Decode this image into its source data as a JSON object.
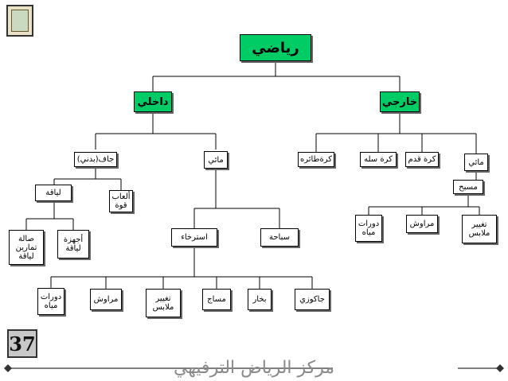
{
  "nodes": {
    "root": "رياضي",
    "indoor": "داخلي",
    "outdoor": "خارجي",
    "fitness": "جاف(بدني)",
    "water_in": "مائي",
    "football_games": "كرةطائره",
    "basket": "كرة سله",
    "football": "كرة قدم",
    "water_out": "مائي",
    "fitness_label": "لياقة",
    "strength": "ألعاب قوة",
    "pool": "مسبح",
    "hall": "صالة تمارين لياقة",
    "devices": "أجهزة لياقة",
    "relax": "استرخاء",
    "swim": "سباحة",
    "toilets_out": "دورات مياه",
    "showers_out": "مراوش",
    "change_out": "تغيير ملابس",
    "toilets_in": "دورات مياه",
    "showers_in": "مراوش",
    "change_in": "تغيير ملابس",
    "massage": "مساج",
    "steam": "بخار",
    "jacuzzi": "جاكوزي"
  },
  "slide_number": "37",
  "footer": "مركز الرياض الترفيهي"
}
